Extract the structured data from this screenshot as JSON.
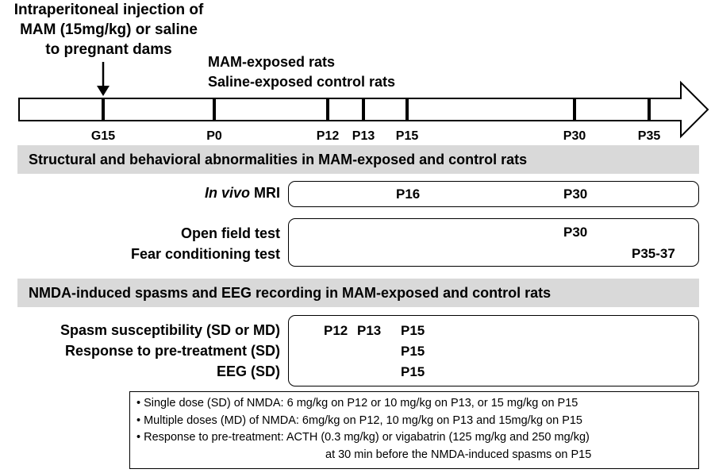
{
  "injection": {
    "line1": "Intraperitoneal injection of",
    "line2": "MAM (15mg/kg) or saline",
    "line3": "to pregnant dams"
  },
  "groups": {
    "line1": "MAM-exposed rats",
    "line2": "Saline-exposed control rats"
  },
  "timeline": {
    "ticks": [
      "G15",
      "P0",
      "P12",
      "P13",
      "P15",
      "P30",
      "P35"
    ]
  },
  "section1": {
    "header": "Structural and behavioral abnormalities in MAM-exposed and control rats",
    "mri_label_italic": "In vivo",
    "mri_label_rest": " MRI",
    "mri_values": [
      "P16",
      "P30"
    ],
    "open_field_label": "Open field test",
    "open_field_value": "P30",
    "fear_label": "Fear conditioning test",
    "fear_value": "P35-37"
  },
  "section2": {
    "header": "NMDA-induced spasms and EEG recording in MAM-exposed and control rats",
    "spasm_label": "Spasm susceptibility (SD or MD)",
    "spasm_values": [
      "P12",
      "P13",
      "P15"
    ],
    "pretreat_label": "Response to pre-treatment (SD)",
    "pretreat_value": "P15",
    "eeg_label": "EEG (SD)",
    "eeg_value": "P15"
  },
  "notes": {
    "line1": "• Single dose (SD) of NMDA: 6 mg/kg on P12 or 10 mg/kg on P13, or 15 mg/kg on P15",
    "line2": "• Multiple doses (MD) of NMDA: 6mg/kg on P12, 10 mg/kg on P13 and 15mg/kg on P15",
    "line3": "• Response to pre-treatment: ACTH (0.3 mg/kg) or vigabatrin (125 mg/kg and 250 mg/kg)",
    "line4": "at 30 min before the NMDA-induced spasms on P15"
  }
}
